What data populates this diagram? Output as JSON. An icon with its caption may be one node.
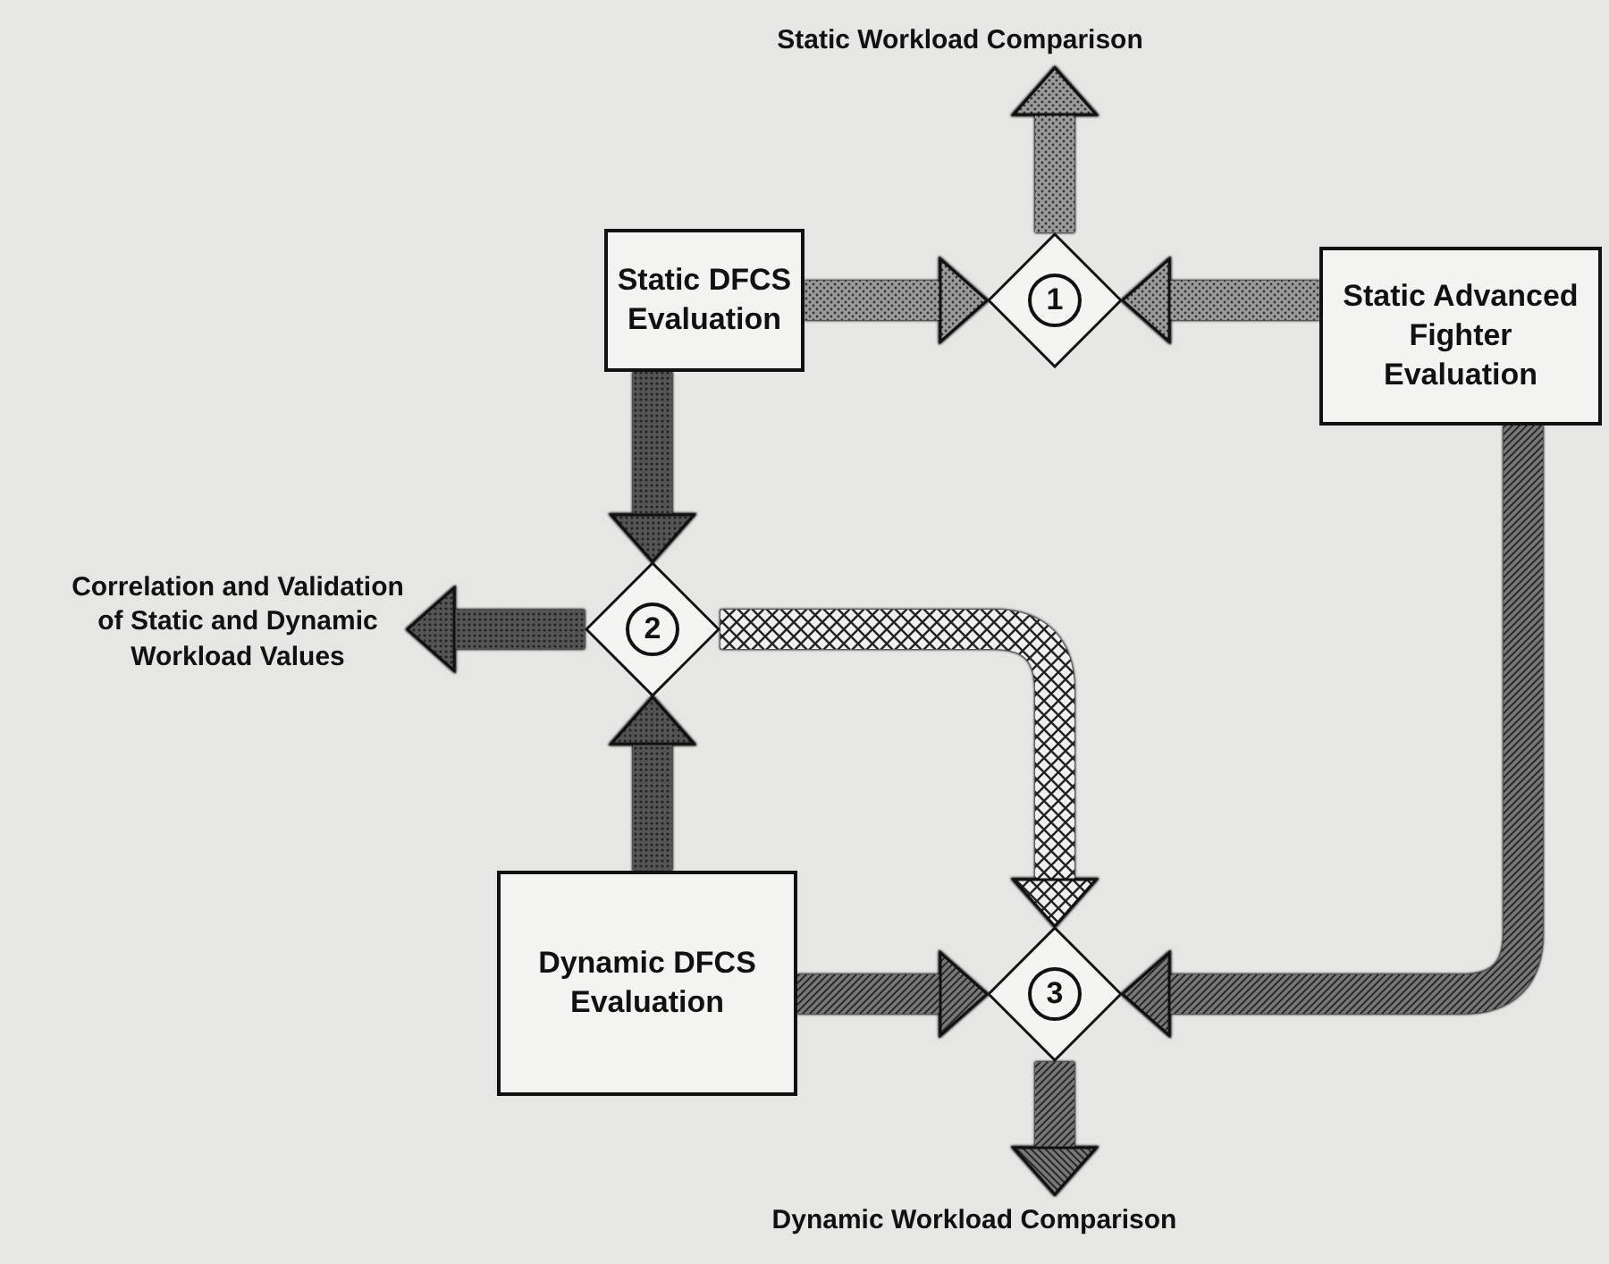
{
  "diagram": {
    "nodes": [
      {
        "text": [
          "Static DFCS Evaluation"
        ]
      },
      {
        "text": [
          "1"
        ]
      },
      {
        "text": [
          "Static Advanced Fighter Evaluation"
        ]
      },
      {
        "text": [
          "Static Workload Comparison"
        ]
      },
      {
        "text": [
          "Correlation and Validation of Static and Dynamic Workload Values"
        ]
      },
      {
        "text": [
          "2"
        ]
      },
      {
        "text": [
          "Dynamic DFCS Evaluation"
        ]
      },
      {
        "text": [
          "3"
        ]
      },
      {
        "text": [
          "Dynamic Workload Comparison"
        ]
      }
    ],
    "edges": [
      {
        "from": 0,
        "to": 1,
        "arrow": "to",
        "style": "thick",
        "color": "#9a9a9a"
      },
      {
        "from": 2,
        "to": 1,
        "arrow": "to",
        "style": "thick",
        "color": "#9a9a9a"
      },
      {
        "from": 1,
        "to": 3,
        "arrow": "to",
        "style": "thick",
        "color": "#9a9a9a"
      },
      {
        "from": 0,
        "to": 5,
        "arrow": "to",
        "style": "thick",
        "color": "#555555"
      },
      {
        "from": 6,
        "to": 5,
        "arrow": "to",
        "style": "thick",
        "color": "#555555"
      },
      {
        "from": 5,
        "to": 4,
        "arrow": "to",
        "style": "thick",
        "color": "#555555"
      },
      {
        "from": 5,
        "to": 7,
        "arrow": "to",
        "style": "thick",
        "color": "#eeeeee"
      },
      {
        "from": 6,
        "to": 7,
        "arrow": "to",
        "style": "thick",
        "color": "#777777"
      },
      {
        "from": 2,
        "to": 7,
        "arrow": "to",
        "style": "thick",
        "color": "#777777"
      },
      {
        "from": 7,
        "to": 8,
        "arrow": "to",
        "style": "thick",
        "color": "#777777"
      }
    ]
  }
}
